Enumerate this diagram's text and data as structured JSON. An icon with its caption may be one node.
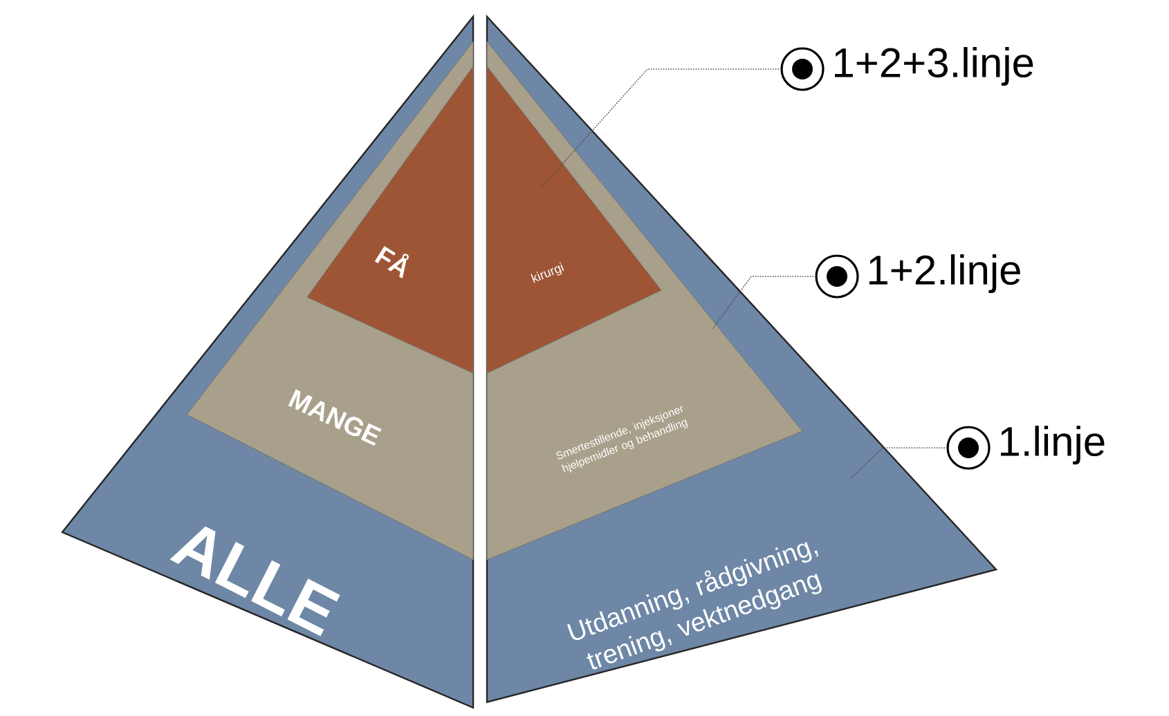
{
  "diagram": {
    "nodes": [
      {
        "text": [
          "ALLE"
        ]
      },
      {
        "text": [
          "MANGE"
        ],
        "in": 0
      },
      {
        "text": [
          "FÅ"
        ],
        "in": 1
      },
      {
        "text": [
          "Utdanning, rådgivning, trening, vektnedgang"
        ]
      },
      {
        "text": [
          "Smertestillende, injeksjoner hjelpemidler og behandling"
        ],
        "in": 3
      },
      {
        "text": [
          "kirurgi"
        ],
        "in": 4
      },
      {
        "text": [
          "1+2+3.linje"
        ]
      },
      {
        "text": [
          "1+2.linje"
        ]
      },
      {
        "text": [
          "1.linje"
        ]
      }
    ],
    "edges": [
      {
        "from": 6,
        "to": 5,
        "arrow": "none"
      },
      {
        "from": 7,
        "to": 4,
        "arrow": "none"
      },
      {
        "from": 8,
        "to": 3,
        "arrow": "none"
      }
    ]
  }
}
